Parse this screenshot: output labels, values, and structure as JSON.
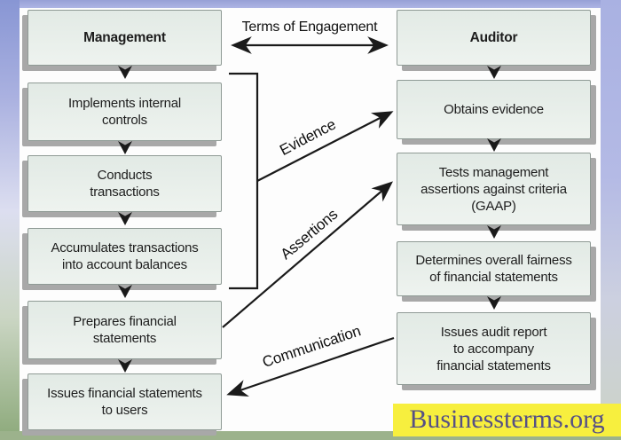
{
  "diagram": {
    "management": {
      "header": "Management",
      "steps": [
        "Implements internal\ncontrols",
        "Conducts\ntransactions",
        "Accumulates transactions\ninto account balances",
        "Prepares financial\nstatements",
        "Issues financial statements\nto users"
      ]
    },
    "auditor": {
      "header": "Auditor",
      "steps": [
        "Obtains evidence",
        "Tests management\nassertions against criteria\n(GAAP)",
        "Determines overall fairness\nof financial statements",
        "Issues audit report\nto accompany\nfinancial statements"
      ]
    },
    "labels": {
      "terms_of_engagement": "Terms of Engagement",
      "evidence": "Evidence",
      "assertions": "Assertions",
      "communication": "Communication"
    }
  },
  "watermark": {
    "text": "Businessterms.org"
  },
  "colors": {
    "box_fill": "#e8efeb",
    "box_border": "#8f9a95",
    "box_shadow": "#a8a8a8",
    "line": "#1a1a1a",
    "frame_top": "#a3abdd",
    "frame_blue": "#8896d4",
    "frame_green": "#8ca97a",
    "bottom_bar": "#9cb28c",
    "watermark_bg": "#f7ef3e",
    "watermark_text": "#565085"
  }
}
